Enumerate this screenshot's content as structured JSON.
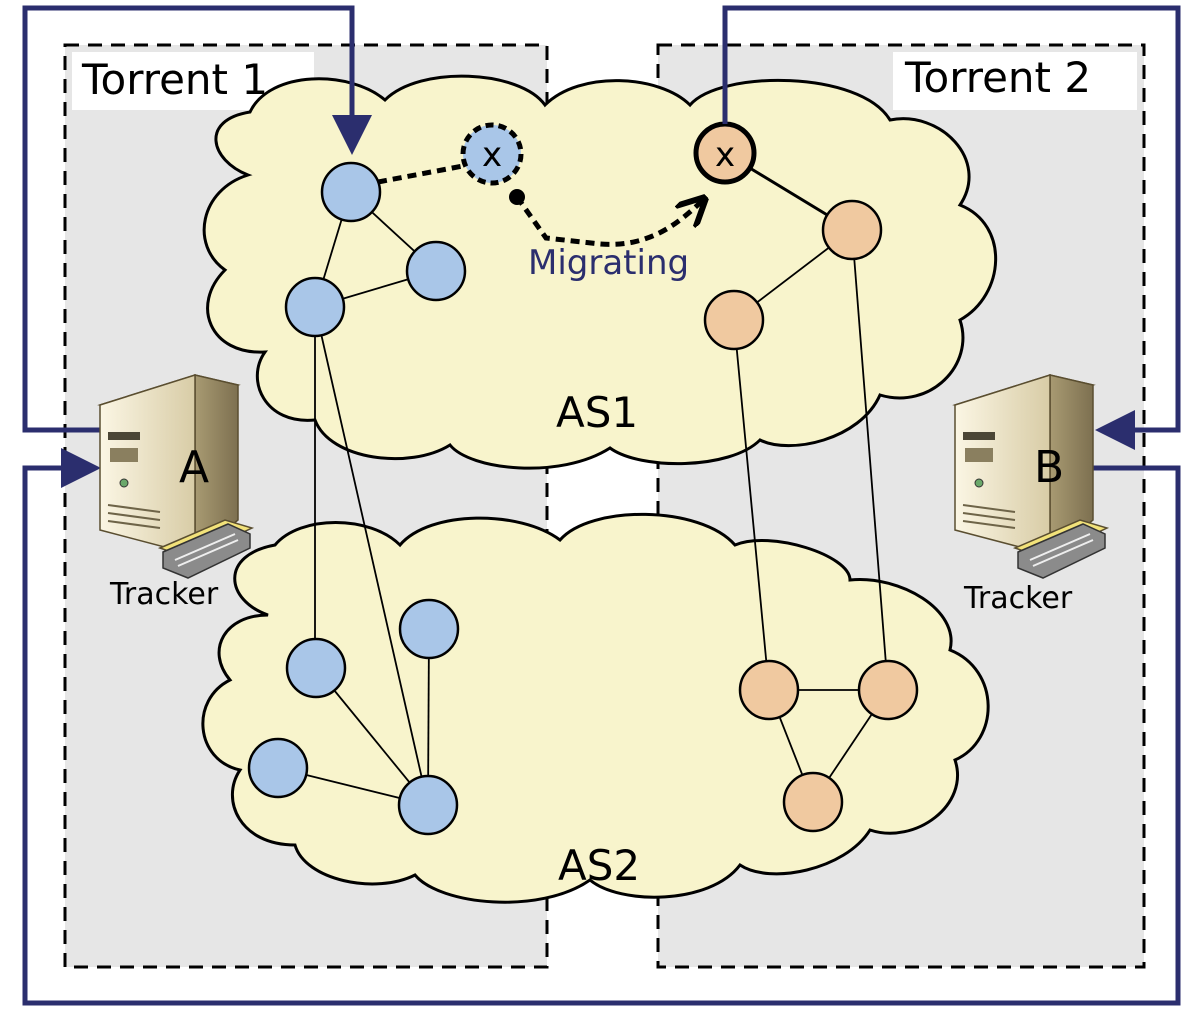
{
  "torrents": [
    {
      "label": "Torrent 1",
      "peer_color": "#a9c6e8"
    },
    {
      "label": "Torrent 2",
      "peer_color": "#f0c9a0"
    }
  ],
  "clouds": [
    {
      "label": "AS1"
    },
    {
      "label": "AS2"
    }
  ],
  "trackers": [
    {
      "letter": "A",
      "caption": "Tracker"
    },
    {
      "letter": "B",
      "caption": "Tracker"
    }
  ],
  "migration": {
    "label": "Migrating",
    "node_mark": "x"
  },
  "colors": {
    "connector": "#2b2e6e",
    "cloud_fill": "#f8f4cc",
    "region_fill": "#e6e6e6",
    "migrating_text": "#2b2e6e"
  },
  "icons": [
    "server-tower-icon",
    "tracker-scanner-icon"
  ]
}
